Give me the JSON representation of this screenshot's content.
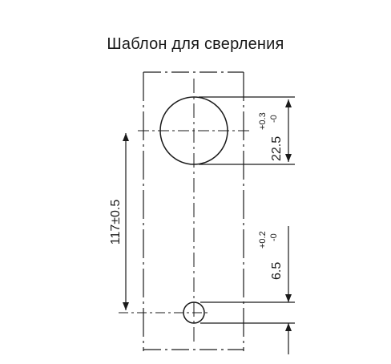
{
  "title": "Шаблон для сверления",
  "dimensions": {
    "hole_spacing": "117±0.5",
    "large_hole": {
      "value": "22.5",
      "upper_tol": "+0.3",
      "lower_tol": "-0"
    },
    "small_hole": {
      "value": "6.5",
      "upper_tol": "+0.2",
      "lower_tol": "-0"
    }
  },
  "colors": {
    "line": "#1a1a1a",
    "background": "#ffffff"
  }
}
